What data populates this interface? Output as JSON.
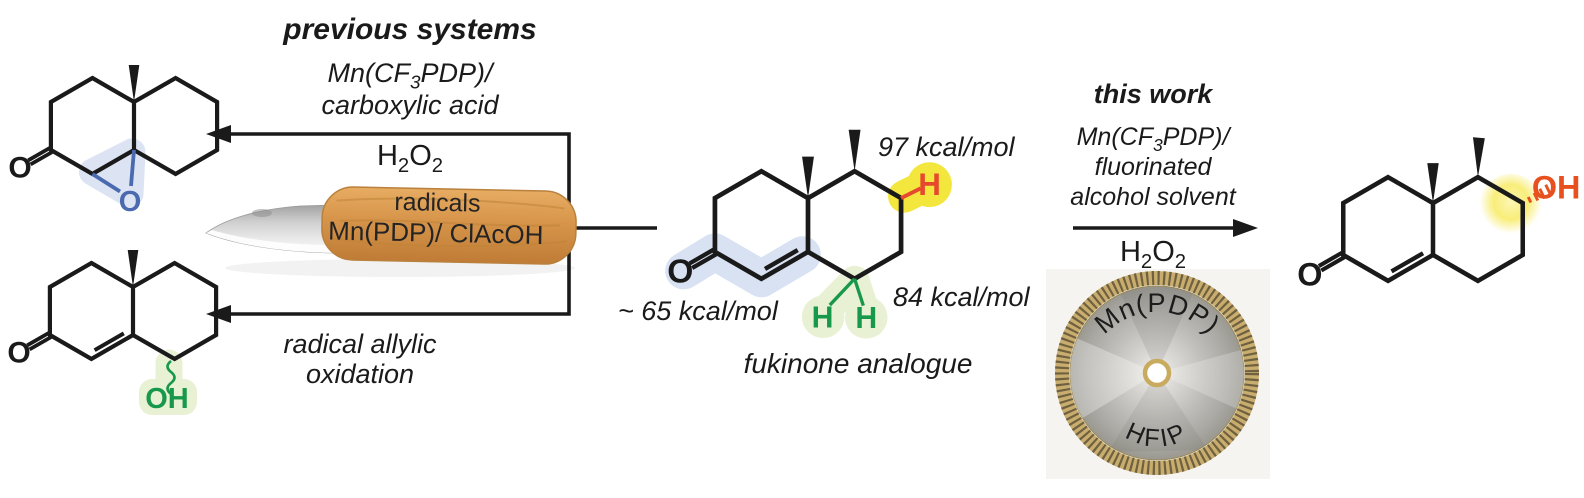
{
  "left_pathway": {
    "heading": "previous systems",
    "catalyst_prefix": "Mn(CF",
    "catalyst_sub": "3",
    "catalyst_suffix": "PDP)/",
    "cocatalyst": "carboxylic acid",
    "oxidant": {
      "h": "H",
      "sub1": "2",
      "o": "O",
      "sub2": "2"
    },
    "caption_line1": "radical allylic",
    "caption_line2": "oxidation"
  },
  "knife": {
    "label_line1": "radicals",
    "label_line2": "Mn(PDP)/ ClAcOH"
  },
  "substrate_labels": {
    "bde_methine": "97 kcal/mol",
    "bde_allylic": "84 kcal/mol",
    "bde_enone": "~ 65 kcal/mol",
    "caption": "fukinone analogue"
  },
  "right_pathway": {
    "heading": "this work",
    "catalyst_prefix": "Mn(CF",
    "catalyst_sub": "3",
    "catalyst_suffix": "PDP)/",
    "solvent_line1": "fluorinated",
    "solvent_line2": "alcohol solvent",
    "oxidant": {
      "h": "H",
      "sub1": "2",
      "o": "O",
      "sub2": "2"
    },
    "saw_top_label": "Mn(PDP)",
    "saw_bottom_label": "HFIP"
  },
  "molecules": {
    "epoxide_product": {
      "ketone_oxygen": "O",
      "epoxide_oxygen": "O"
    },
    "allylic_alcohol_product": {
      "ketone_oxygen": "O",
      "hydroxyl": "OH"
    },
    "substrate": {
      "ketone_oxygen": "O",
      "methine_h": "H",
      "allylic_h1": "H",
      "allylic_h2": "H"
    },
    "hydroxylated_product": {
      "ketone_oxygen": "O",
      "hydroxyl": "OH"
    }
  },
  "colors": {
    "epoxide_highlight": "#dce4f4",
    "epoxide_oxygen_blue": "#4a6ab0",
    "hydroxyl_highlight": "#e9f1d5",
    "hydroxyl_green": "#17984a",
    "methine_highlight": "#f3e63c",
    "methine_red": "#e64a2e",
    "product_hydroxyl_orange": "#e8511f",
    "enone_highlight": "#d9e2f3",
    "wood_handle": "#d6944a",
    "saw_rim_gold": "#c8ad6e"
  }
}
